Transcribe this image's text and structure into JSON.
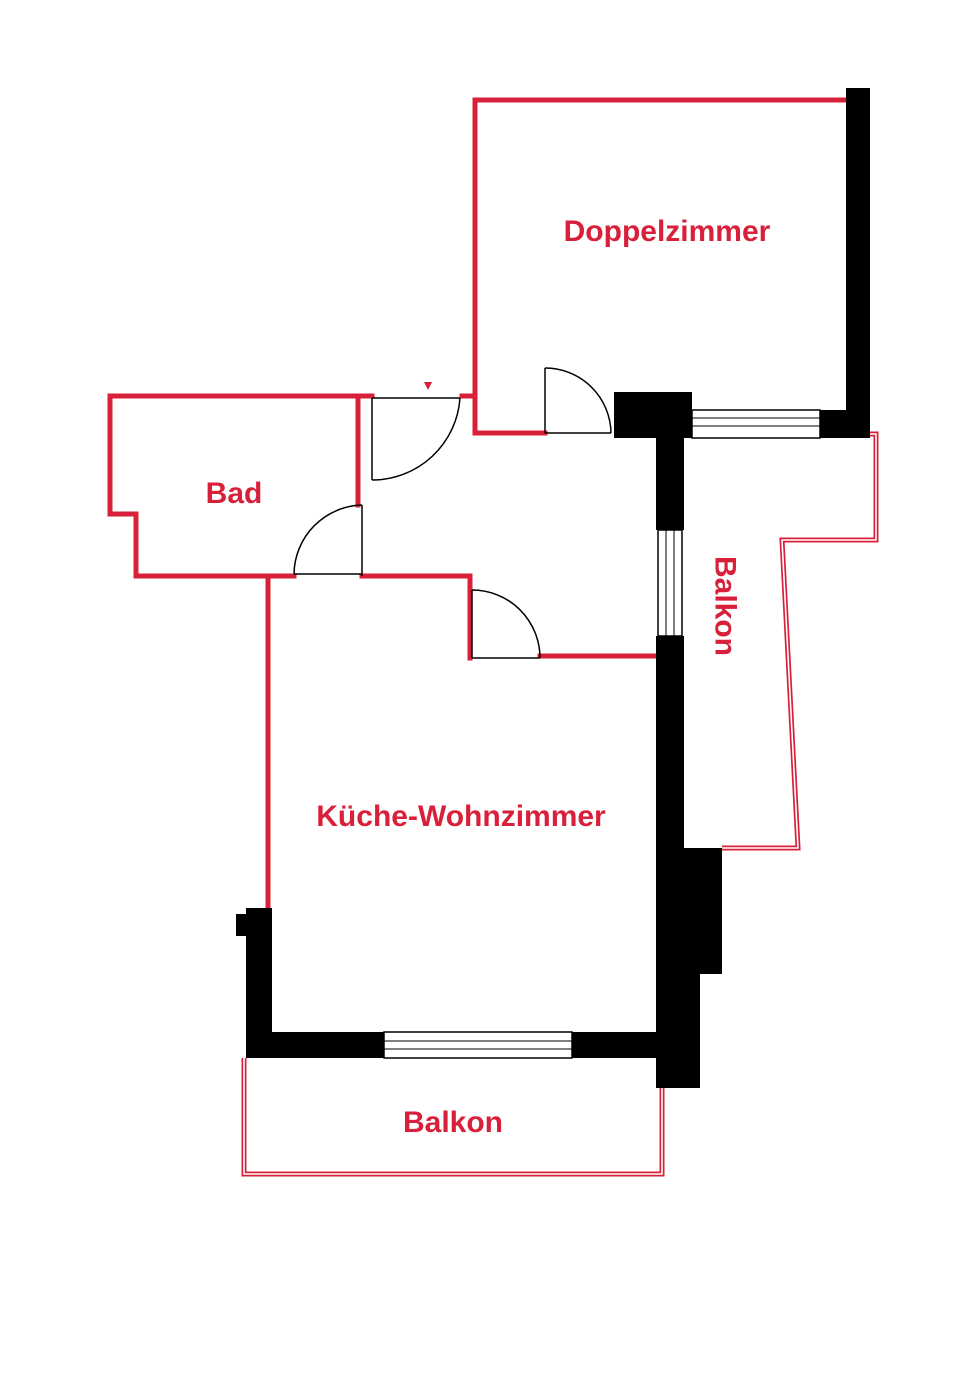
{
  "colors": {
    "interior_wall": "#d8203a",
    "exterior_wall": "#000000",
    "balcony_outline": "#d8203a",
    "label": "#d8203a",
    "door_line": "#000000",
    "background": "#ffffff"
  },
  "rooms": {
    "doppelzimmer": {
      "label": "Doppelzimmer"
    },
    "bad": {
      "label": "Bad"
    },
    "kueche_wohnzimmer": {
      "label": "Küche-Wohnzimmer"
    },
    "balkon_side": {
      "label": "Balkon"
    },
    "balkon_bottom": {
      "label": "Balkon"
    }
  }
}
